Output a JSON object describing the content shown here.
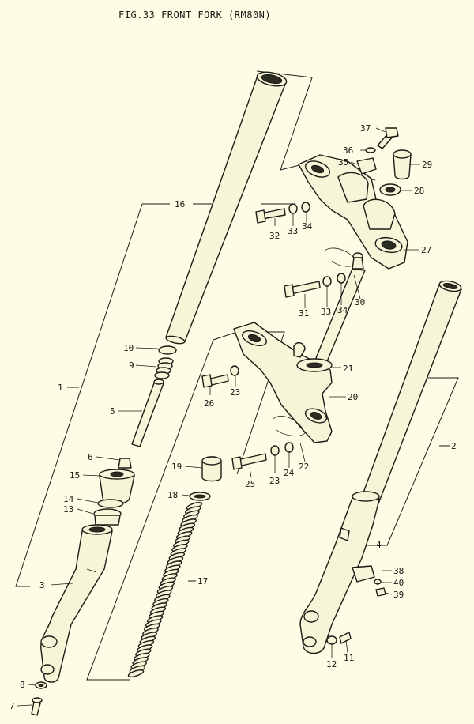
{
  "title": "FIG.33  FRONT FORK (RM80N)",
  "labels": [
    {
      "id": "n1",
      "text": "1"
    },
    {
      "id": "n2",
      "text": "2"
    },
    {
      "id": "n3",
      "text": "3"
    },
    {
      "id": "n4",
      "text": "4"
    },
    {
      "id": "n5",
      "text": "5"
    },
    {
      "id": "n6",
      "text": "6"
    },
    {
      "id": "n7",
      "text": "7"
    },
    {
      "id": "n8",
      "text": "8"
    },
    {
      "id": "n9",
      "text": "9"
    },
    {
      "id": "n10",
      "text": "10"
    },
    {
      "id": "n11",
      "text": "11"
    },
    {
      "id": "n12",
      "text": "12"
    },
    {
      "id": "n13",
      "text": "13"
    },
    {
      "id": "n14",
      "text": "14"
    },
    {
      "id": "n15",
      "text": "15"
    },
    {
      "id": "n16",
      "text": "16"
    },
    {
      "id": "n17",
      "text": "17"
    },
    {
      "id": "n18",
      "text": "18"
    },
    {
      "id": "n19",
      "text": "19"
    },
    {
      "id": "n20",
      "text": "20"
    },
    {
      "id": "n21",
      "text": "21"
    },
    {
      "id": "n22",
      "text": "22"
    },
    {
      "id": "n23a",
      "text": "23"
    },
    {
      "id": "n23b",
      "text": "23"
    },
    {
      "id": "n24",
      "text": "24"
    },
    {
      "id": "n25",
      "text": "25"
    },
    {
      "id": "n26",
      "text": "26"
    },
    {
      "id": "n27",
      "text": "27"
    },
    {
      "id": "n28",
      "text": "28"
    },
    {
      "id": "n29",
      "text": "29"
    },
    {
      "id": "n30",
      "text": "30"
    },
    {
      "id": "n31",
      "text": "31"
    },
    {
      "id": "n32",
      "text": "32"
    },
    {
      "id": "n33a",
      "text": "33"
    },
    {
      "id": "n33b",
      "text": "33"
    },
    {
      "id": "n34a",
      "text": "34"
    },
    {
      "id": "n34b",
      "text": "34"
    },
    {
      "id": "n35",
      "text": "35"
    },
    {
      "id": "n36",
      "text": "36"
    },
    {
      "id": "n37",
      "text": "37"
    },
    {
      "id": "n38",
      "text": "38"
    },
    {
      "id": "n39",
      "text": "39"
    },
    {
      "id": "n40",
      "text": "40"
    }
  ]
}
